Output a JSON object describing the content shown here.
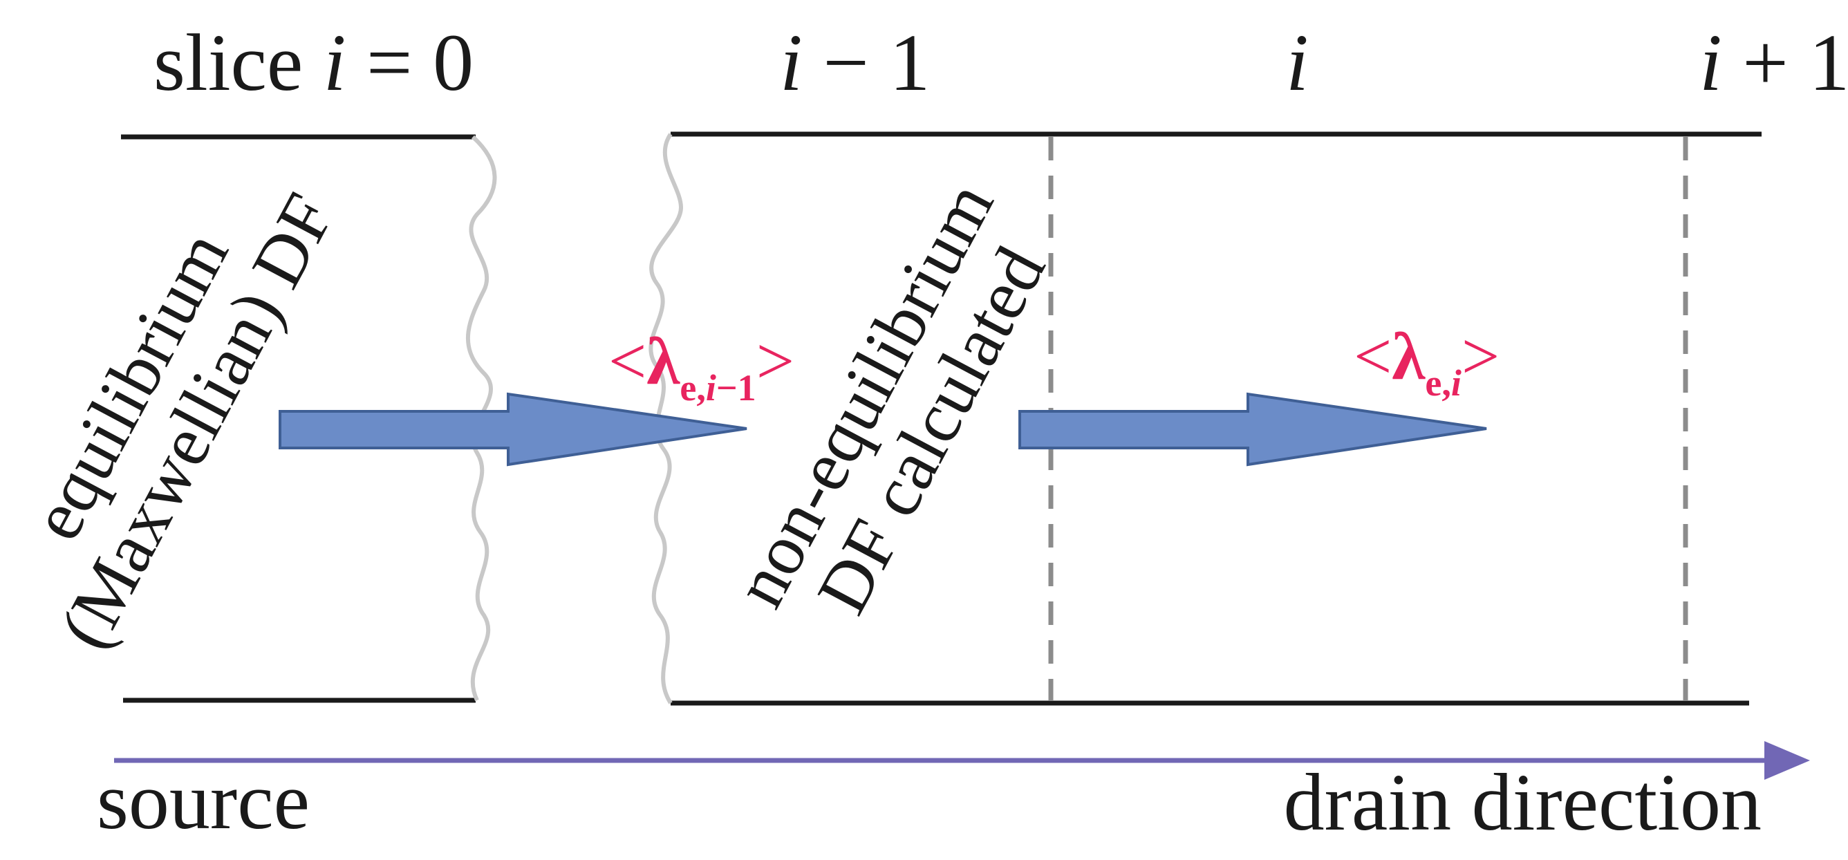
{
  "labels": {
    "slice_prefix": "slice ",
    "slice_var": "i",
    "slice_eq": " = 0",
    "i_minus_var": "i",
    "i_minus_op": " − 1",
    "i_var": "i",
    "i_plus_var": "i",
    "i_plus_op": " + 1",
    "equilibrium_line1": "equilibrium",
    "equilibrium_line2": "(Maxwellian) DF",
    "nonequilibrium_line1": "non-equilibrium",
    "nonequilibrium_line2": "DF calculated",
    "source": "source",
    "drain": "drain direction",
    "lambda1_open": "<",
    "lambda1_symbol": "λ",
    "lambda1_sub": "e,",
    "lambda1_sub_var": "i",
    "lambda1_sub_tail": "−1",
    "lambda1_close": ">",
    "lambda2_open": "<",
    "lambda2_symbol": "λ",
    "lambda2_sub": "e,",
    "lambda2_sub_var": "i",
    "lambda2_close": ">"
  },
  "colors": {
    "line": "#1a1a1a",
    "wavy": "#c8c8c8",
    "dashed": "#8c8c8c",
    "arrow_fill": "#6b8cc8",
    "arrow_stroke": "#3f5f95",
    "direction_arrow": "#7167b5",
    "lambda": "#e8245f"
  },
  "icons": {
    "flow_arrow": "block-arrow-right-icon",
    "direction_arrow": "long-arrow-right-icon"
  }
}
